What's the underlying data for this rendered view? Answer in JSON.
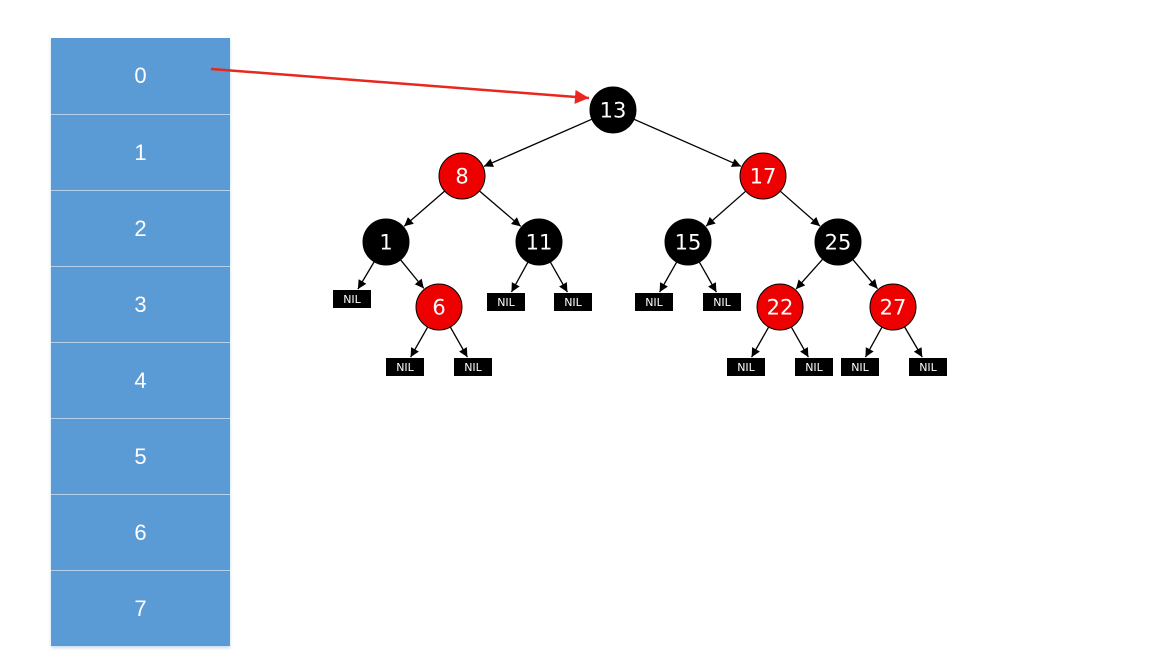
{
  "buckets": [
    "0",
    "1",
    "2",
    "3",
    "4",
    "5",
    "6",
    "7"
  ],
  "colors": {
    "bucket": "#5b9bd5",
    "red": "#ee0000",
    "black": "#000000",
    "pointer": "#e8271e"
  },
  "tree": {
    "nodes": [
      {
        "id": "n13",
        "label": "13",
        "color": "black"
      },
      {
        "id": "n8",
        "label": "8",
        "color": "red"
      },
      {
        "id": "n17",
        "label": "17",
        "color": "red"
      },
      {
        "id": "n1",
        "label": "1",
        "color": "black"
      },
      {
        "id": "n11",
        "label": "11",
        "color": "black"
      },
      {
        "id": "n15",
        "label": "15",
        "color": "black"
      },
      {
        "id": "n25",
        "label": "25",
        "color": "black"
      },
      {
        "id": "n6",
        "label": "6",
        "color": "red"
      },
      {
        "id": "n22",
        "label": "22",
        "color": "red"
      },
      {
        "id": "n27",
        "label": "27",
        "color": "red"
      }
    ],
    "nil_label": "NIL"
  }
}
